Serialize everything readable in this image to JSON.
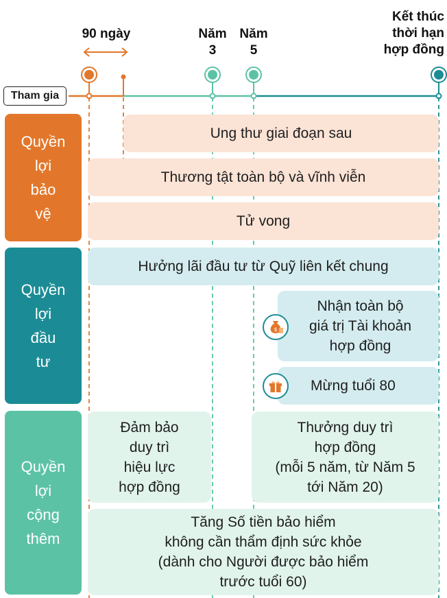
{
  "timeline": {
    "waiting_period": "90 ngày",
    "year3": "Năm\n3",
    "year5": "Năm\n5",
    "end": "Kết thúc\nthời hạn\nhợp đồng",
    "start": "Tham gia"
  },
  "categories": {
    "protection": "Quyền\nlợi\nbảo\nvệ",
    "investment": "Quyền\nlợi\nđầu\ntư",
    "additional": "Quyền\nlợi\ncộng\nthêm"
  },
  "benefits": {
    "late_cancer": "Ung thư giai đoạn sau",
    "tpd": "Thương tật toàn bộ và vĩnh viễn",
    "death": "Tử vong",
    "interest": "Hưởng lãi đầu tư từ Quỹ liên kết chung",
    "account_value": "Nhận toàn bộ\ngiá trị Tài khoản\nhợp đồng",
    "age80": "Mừng tuổi 80",
    "guarantee": "Đảm bảo\nduy trì\nhiệu lực\nhợp đồng",
    "loyalty": "Thưởng duy trì\nhợp đồng\n(mỗi 5 năm, từ Năm 5\ntới Năm 20)",
    "sum_increase": "Tăng Số tiền bảo hiểm\nkhông cần thẩm định sức khỏe\n(dành cho Người được bảo hiểm\ntrước tuổi 60)"
  },
  "colors": {
    "orange": "#e2772b",
    "teal": "#1b8c95",
    "mint": "#5cc2a6",
    "peach": "#fbe3d6",
    "light_blue": "#d4ecef",
    "light_green": "#e1f4ec"
  },
  "icons": {
    "money_bag": "money-bag-icon",
    "gift": "gift-icon"
  }
}
